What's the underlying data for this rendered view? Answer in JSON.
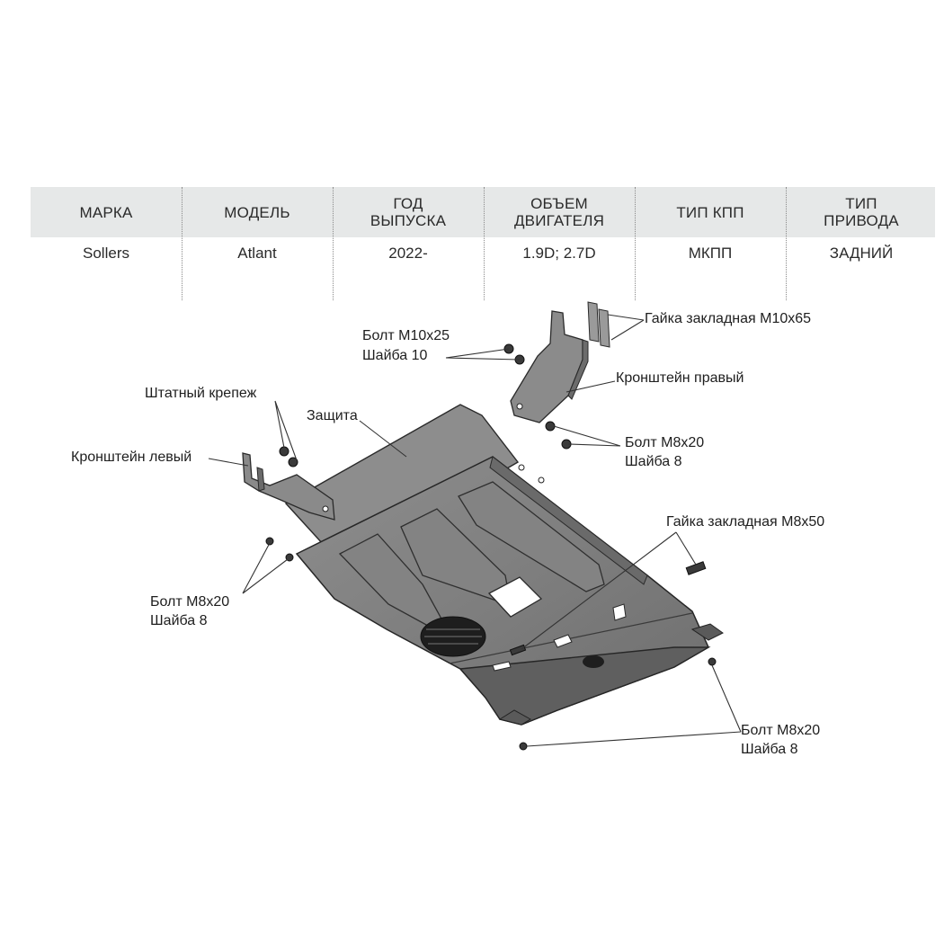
{
  "spec_table": {
    "headers": [
      "МАРКА",
      "МОДЕЛЬ",
      "ГОД\nВЫПУСКА",
      "ОБЪЕМ\nДВИГАТЕЛЯ",
      "ТИП КПП",
      "ТИП\nПРИВОДА"
    ],
    "values": [
      "Sollers",
      "Atlant",
      "2022-",
      "1.9D; 2.7D",
      "МКПП",
      "ЗАДНИЙ"
    ]
  },
  "labels": {
    "nut_m10x65": "Гайка закладная М10х65",
    "bolt_m10x25": "Болт М10х25",
    "washer_10": "Шайба 10",
    "bracket_right": "Кронштейн правый",
    "standard_fasteners": "Штатный крепеж",
    "guard": "Защита",
    "bolt_m8x20_right": "Болт М8х20",
    "washer_8_right": "Шайба 8",
    "bracket_left": "Кронштейн левый",
    "nut_m8x50": "Гайка закладная М8х50",
    "bolt_m8x20_left": "Болт М8х20",
    "washer_8_left": "Шайба 8",
    "bolt_m8x20_bottom": "Болт М8х20",
    "washer_8_bottom": "Шайба 8"
  }
}
